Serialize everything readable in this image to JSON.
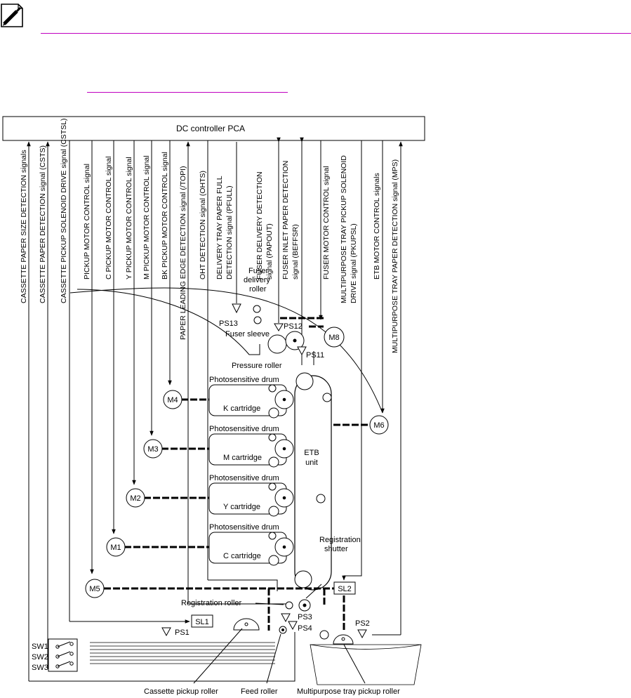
{
  "note": {
    "icon": "note-pencil-icon",
    "rule_color": "#c000c0"
  },
  "controller": {
    "label": "DC controller PCA"
  },
  "signals": [
    "CASSETTE PAPER SIZE DETECTION signals",
    "CASSETTE PAPER DETECTION signal  (CSTS)",
    "CASSETTE PICKUP SOLENOID DRIVE signal  (CSTSL)",
    "PICKUP MOTOR CONTROL signal",
    "C PICKUP MOTOR CONTROL signal",
    "Y PICKUP MOTOR CONTROL signal",
    "M PICKUP MOTOR CONTROL signal",
    "BK  PICKUP MOTOR CONTROL signal",
    "PAPER LEADING EDGE DETECTION signal (/TOPI)",
    "OHT DETECTION signal (OHTS)",
    "DELIVERY TRAY PAPER FULL",
    "DETECTION signal (PFULL)",
    "FUSER DELIVERY DETECTION",
    "signal (PAPOUT)",
    "FUSER INLET PAPER DETECTION",
    "signal (BEFFSR)",
    "FUSER  MOTOR CONTROL signal",
    "MULTIPURPOSE TRAY PICKUP SOLENOID",
    "DRIVE signal (PKUPSL)",
    "ETB MOTOR CONTROL signals",
    "MULTIPURPOSE TRAY PAPER DETECTION signal (MPS)"
  ],
  "motors": {
    "m4": "M4",
    "m3": "M3",
    "m2": "M2",
    "m1": "M1",
    "m5": "M5",
    "m6": "M6",
    "m8": "M8"
  },
  "sensors": {
    "ps13": "PS13",
    "ps12": "PS12",
    "ps11": "PS11",
    "ps3": "PS3",
    "ps4": "PS4",
    "ps2": "PS2",
    "ps1": "PS1"
  },
  "solenoids": {
    "sl1": "SL1",
    "sl2": "SL2"
  },
  "switches": {
    "sw1": "SW1",
    "sw2": "SW2",
    "sw3": "SW3"
  },
  "fuser": {
    "delivery_roller_1": "Fuser",
    "delivery_roller_2": "delivery",
    "delivery_roller_3": "roller",
    "sleeve": "Fuser sleeve",
    "pressure_roller": "Pressure roller"
  },
  "cartridges": {
    "drum": "Photosensitive drum",
    "k": "K cartridge",
    "m": "M cartridge",
    "y": "Y cartridge",
    "c": "C cartridge"
  },
  "etb": {
    "line1": "ETB",
    "line2": "unit"
  },
  "registration": {
    "shutter_1": "Registration",
    "shutter_2": "shutter",
    "roller": "Registration roller"
  },
  "bottom_labels": {
    "cassette_pickup": "Cassette pickup roller",
    "feed": "Feed roller",
    "mp_pickup": "Multipurpose tray pickup roller"
  }
}
